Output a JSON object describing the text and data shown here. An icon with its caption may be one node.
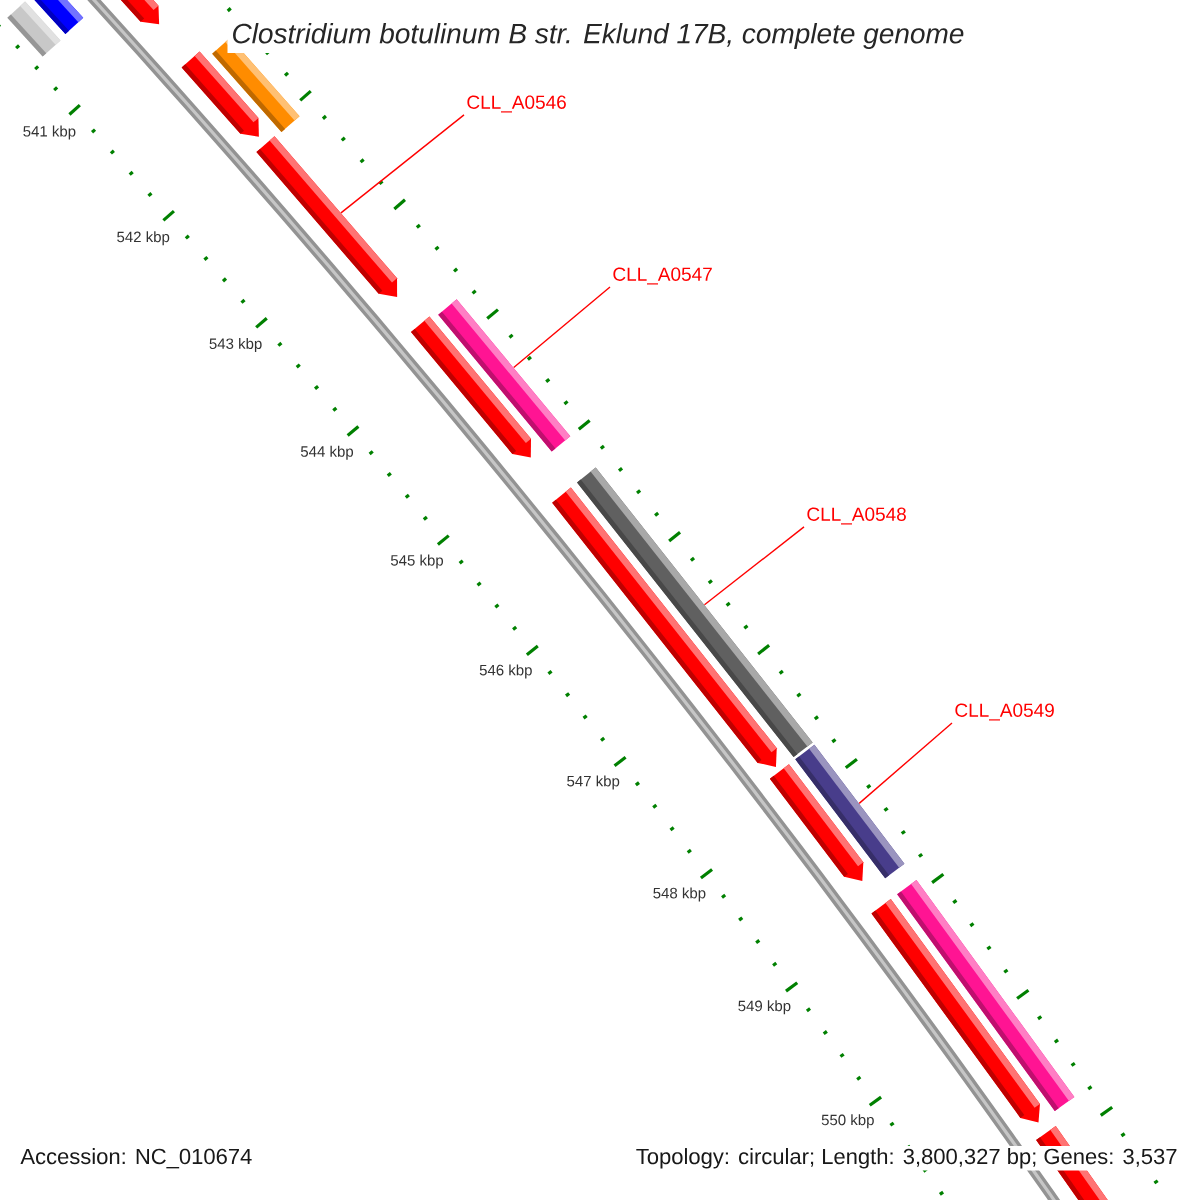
{
  "diagram": {
    "title": "*Clostridium botulinum B str. Eklund 17B, complete genome*",
    "nodes": [
      {
        "text": [
          "CLL_A0546"
        ]
      },
      {
        "text": [
          "CLL_A0547"
        ]
      },
      {
        "text": [
          "CLL_A0548"
        ]
      },
      {
        "text": [
          "CLL_A0549"
        ]
      },
      {
        "text": [],
        "shape": "bar"
      },
      {
        "text": [],
        "shape": "bar"
      },
      {
        "text": [],
        "shape": "bar"
      },
      {
        "text": [],
        "shape": "bar"
      }
    ],
    "edges": [
      {
        "from": 0,
        "to": 4,
        "arrow": "none"
      },
      {
        "from": 1,
        "to": 5,
        "arrow": "none"
      },
      {
        "from": 2,
        "to": 6,
        "arrow": "none"
      },
      {
        "from": 3,
        "to": 7,
        "arrow": "none"
      }
    ],
    "labels": [
      "541 kbp",
      "542 kbp",
      "543 kbp",
      "544 kbp",
      "545 kbp",
      "546 kbp",
      "547 kbp",
      "548 kbp",
      "549 kbp",
      "550 kbp",
      "Accession: NC_010674",
      "Topology: circular; Length: 3,800,327 bp; Genes: 3,537"
    ]
  }
}
